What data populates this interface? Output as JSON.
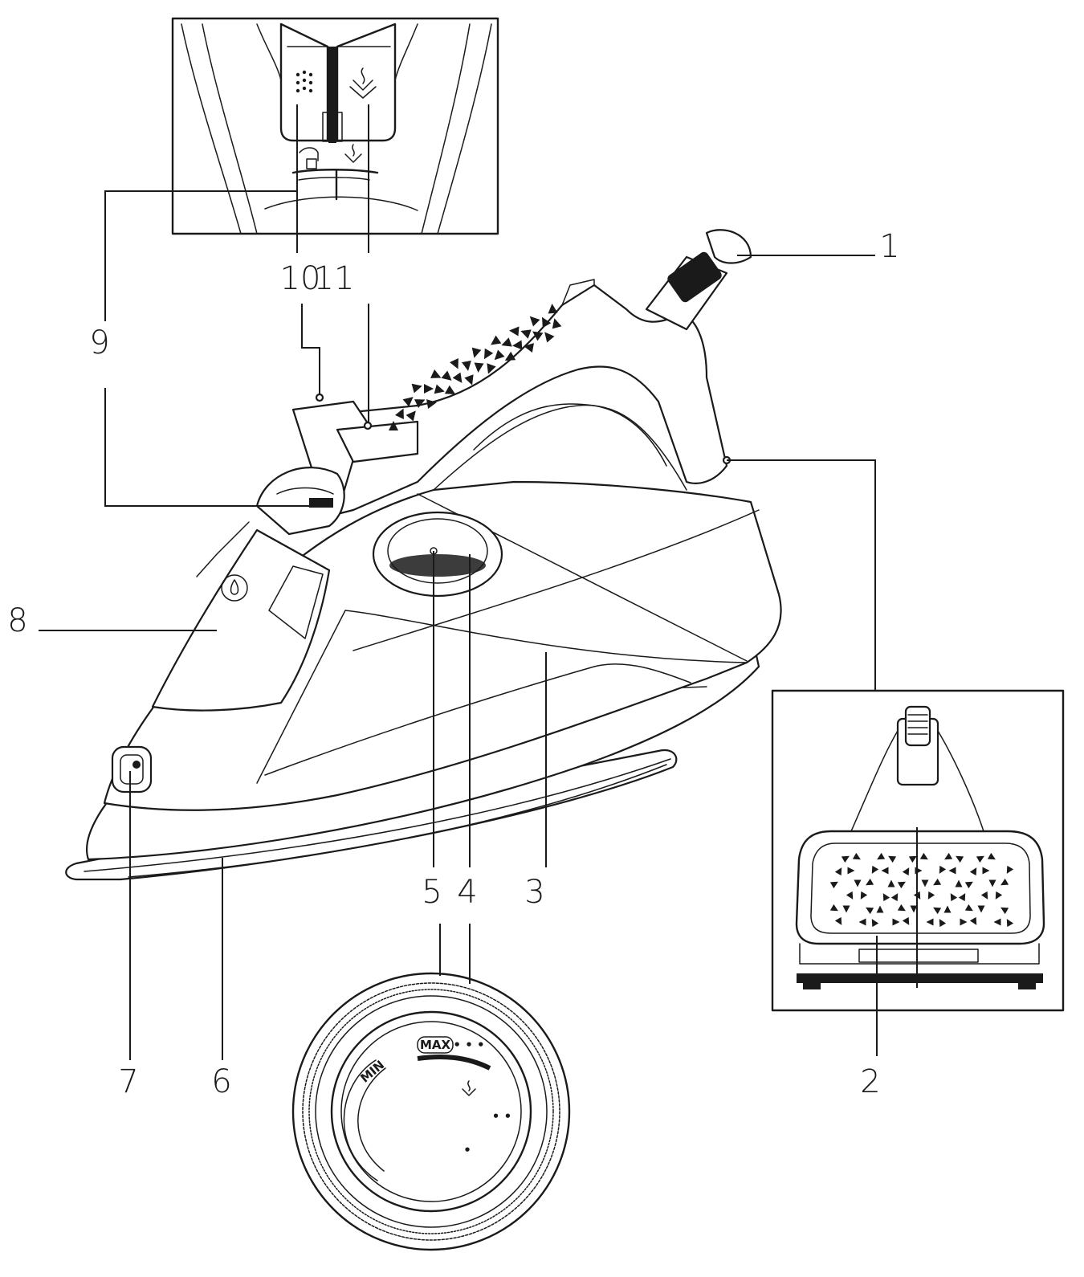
{
  "callouts": [
    {
      "id": "1",
      "label": "1"
    },
    {
      "id": "2",
      "label": "2"
    },
    {
      "id": "3",
      "label": "3"
    },
    {
      "id": "4",
      "label": "4"
    },
    {
      "id": "5",
      "label": "5"
    },
    {
      "id": "6",
      "label": "6"
    },
    {
      "id": "7",
      "label": "7"
    },
    {
      "id": "8",
      "label": "8"
    },
    {
      "id": "9a",
      "label": "9"
    },
    {
      "id": "9b",
      "label": "9"
    },
    {
      "id": "10",
      "label": "10"
    },
    {
      "id": "11",
      "label": "11"
    }
  ],
  "dial": {
    "max_label": "MAX",
    "min_label": "MIN",
    "dots_high": "• • •",
    "dots_mid": "• •",
    "dots_low": "•"
  },
  "icons": [
    "steam-burst-icon",
    "anti-calc-icon",
    "water-drop-icon",
    "steam-spray-icon"
  ],
  "colors": {
    "line": "#1a1a1a",
    "background": "#ffffff"
  }
}
